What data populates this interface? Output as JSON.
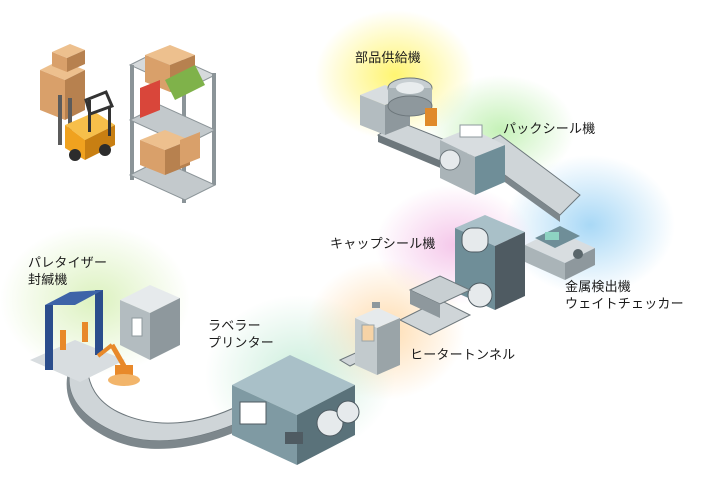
{
  "labels": {
    "parts_feeder": "部品供給機",
    "pack_sealer": "パックシール機",
    "cap_sealer": "キャップシール機",
    "metal_detector_line1": "金属検出機",
    "metal_detector_line2": "ウェイトチェッカー",
    "heater_tunnel": "ヒータートンネル",
    "labeler_line1": "ラベラー",
    "labeler_line2": "プリンター",
    "palletizer_line1": "パレタイザー",
    "palletizer_line2": "封緘機"
  },
  "colors": {
    "machine_body": "#a9b4b8",
    "machine_dark": "#4f5b62",
    "teal_panel": "#6f8e98",
    "cardboard": "#d9a06a",
    "forklift": "#f0a21f",
    "palletizer_frame": "#2b4d8c",
    "robot_orange": "#e8892a"
  }
}
